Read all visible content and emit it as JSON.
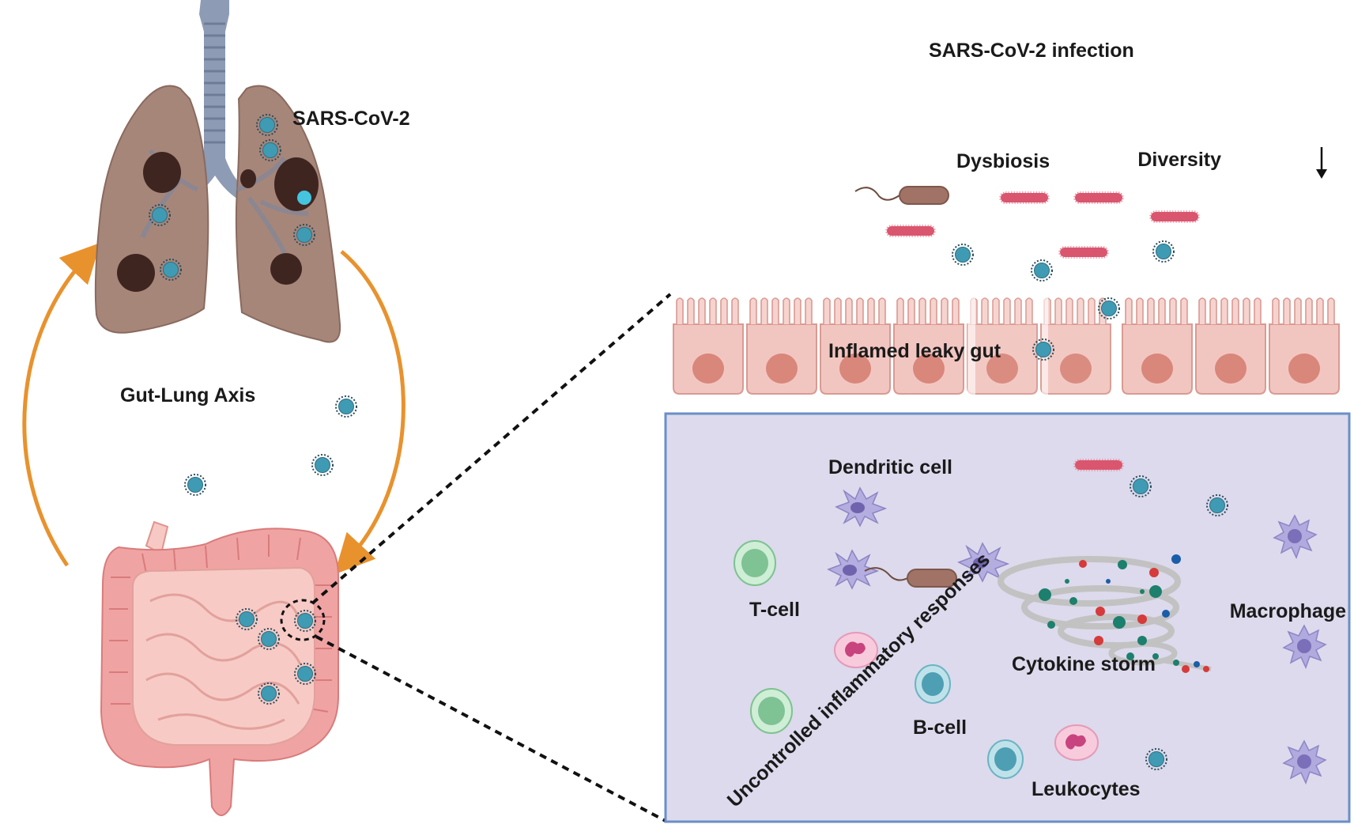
{
  "labels": {
    "infection_title": "SARS-CoV-2 infection",
    "virus_label": "SARS-CoV-2",
    "axis_label": "Gut-Lung Axis",
    "dysbiosis": "Dysbiosis",
    "diversity": "Diversity",
    "leaky_gut": "Inflamed leaky gut",
    "dendritic_cell": "Dendritic cell",
    "t_cell": "T-cell",
    "uncontrolled": "Uncontrolled inflammatory responses",
    "cytokine_storm": "Cytokine storm",
    "macrophage": "Macrophage",
    "b_cell": "B-cell",
    "leukocytes": "Leukocytes"
  },
  "colors": {
    "arrow": "#e8922e",
    "lung": "#a7867a",
    "lung_lesion": "#3f2520",
    "trachea": "#8d9bb5",
    "virus": "#3f9bb3",
    "bacteria_pink": "#d9566e",
    "bacteria_brown": "#a07366",
    "epithelium": "#f2c6c0",
    "nucleus": "#d9867b",
    "lamina_fill": "#dcdaec",
    "lamina_border": "#6a8fc7",
    "intestine": "#f0a3a3",
    "small_intestine": "#f7c9c4",
    "t_cell": "#8fcf9f",
    "b_cell": "#6fb9c9",
    "dendritic": "#a9a2d6",
    "macrophage": "#a09ad0",
    "leukocyte": "#f2a9c2"
  },
  "icons": [
    "virus-icon",
    "bacteria-icon",
    "t-cell-icon",
    "b-cell-icon",
    "dendritic-cell-icon",
    "macrophage-icon",
    "leukocyte-icon",
    "lungs-icon",
    "intestine-icon",
    "down-arrow-icon"
  ]
}
